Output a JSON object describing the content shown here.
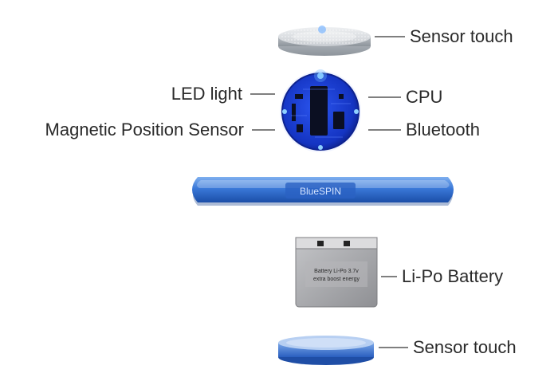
{
  "labels": {
    "sensor_touch_top": "Sensor touch",
    "led_light": "LED light",
    "cpu": "CPU",
    "magnetic_position_sensor": "Magnetic Position Sensor",
    "bluetooth": "Bluetooth",
    "lipo_battery": "Li-Po Battery",
    "sensor_touch_bottom": "Sensor touch"
  },
  "spinner": {
    "logo_text": "BlueSPIN"
  },
  "battery": {
    "label_line1": "Battery Li-Po 3.7v",
    "label_line2": "extra boost energy"
  },
  "colors": {
    "accent_blue": "#2f6fd6",
    "pcb_blue": "#1a3fd0",
    "led_glow": "#6fb8ff",
    "leader_line": "#333333",
    "battery_gray": "#a7a8ab"
  }
}
